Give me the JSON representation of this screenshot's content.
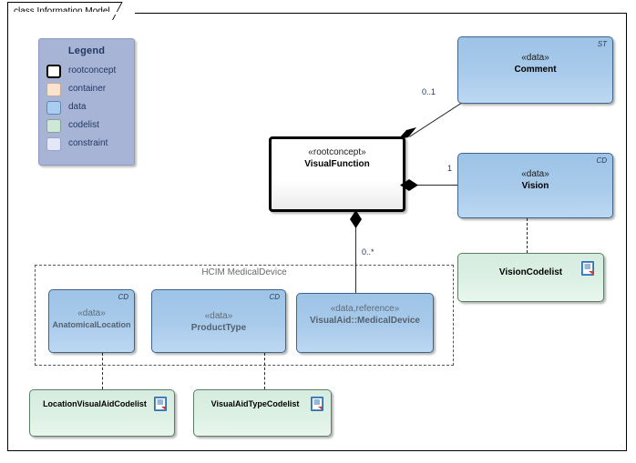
{
  "diagram": {
    "title": "class Information Model",
    "canvas_background": "#ffffff",
    "frame_border_color": "#000000"
  },
  "legend": {
    "title": "Legend",
    "background": "#a8b4d6",
    "items": [
      {
        "label": "rootconcept",
        "color": "#ffffff",
        "swatch": "sw-rootconcept"
      },
      {
        "label": "container",
        "color": "#fae3ce",
        "swatch": "sw-container"
      },
      {
        "label": "data",
        "color": "#a9cdf0",
        "swatch": "sw-data"
      },
      {
        "label": "codelist",
        "color": "#cfe7d8",
        "swatch": "sw-codelist"
      },
      {
        "label": "constraint",
        "color": "#e3e8f8",
        "swatch": "sw-constraint"
      }
    ]
  },
  "group": {
    "label": "HCIM MedicalDevice",
    "style": "dashed"
  },
  "classes": {
    "comment": {
      "stereotype": "«data»",
      "name": "Comment",
      "corner_tag": "ST",
      "kind": "data"
    },
    "visualfunction": {
      "stereotype": "«rootconcept»",
      "name": "VisualFunction",
      "corner_tag": "",
      "kind": "rootconcept"
    },
    "vision": {
      "stereotype": "«data»",
      "name": "Vision",
      "corner_tag": "CD",
      "kind": "data"
    },
    "visioncodelist": {
      "stereotype": "",
      "name": "VisionCodelist",
      "corner_tag": "",
      "kind": "codelist"
    },
    "anatomicallocation": {
      "stereotype": "«data»",
      "name": "AnatomicalLocation",
      "corner_tag": "CD",
      "kind": "data"
    },
    "producttype": {
      "stereotype": "«data»",
      "name": "ProductType",
      "corner_tag": "CD",
      "kind": "data"
    },
    "medicaldevice": {
      "stereotype": "«data,reference»",
      "name": "VisualAid::MedicalDevice",
      "corner_tag": "",
      "kind": "data"
    },
    "locationcodelist": {
      "stereotype": "",
      "name": "LocationVisualAidCodelist",
      "corner_tag": "",
      "kind": "codelist"
    },
    "visualaidtypecodelist": {
      "stereotype": "",
      "name": "VisualAidTypeCodelist",
      "corner_tag": "",
      "kind": "codelist"
    }
  },
  "associations": [
    {
      "from": "visualfunction",
      "to": "comment",
      "multiplicity": "0..1",
      "end": "composition"
    },
    {
      "from": "visualfunction",
      "to": "vision",
      "multiplicity": "1",
      "end": "composition"
    },
    {
      "from": "visualfunction",
      "to": "medicaldevice",
      "multiplicity": "0..*",
      "end": "composition"
    }
  ],
  "icons": {
    "codelist_doc": "document-icon"
  }
}
